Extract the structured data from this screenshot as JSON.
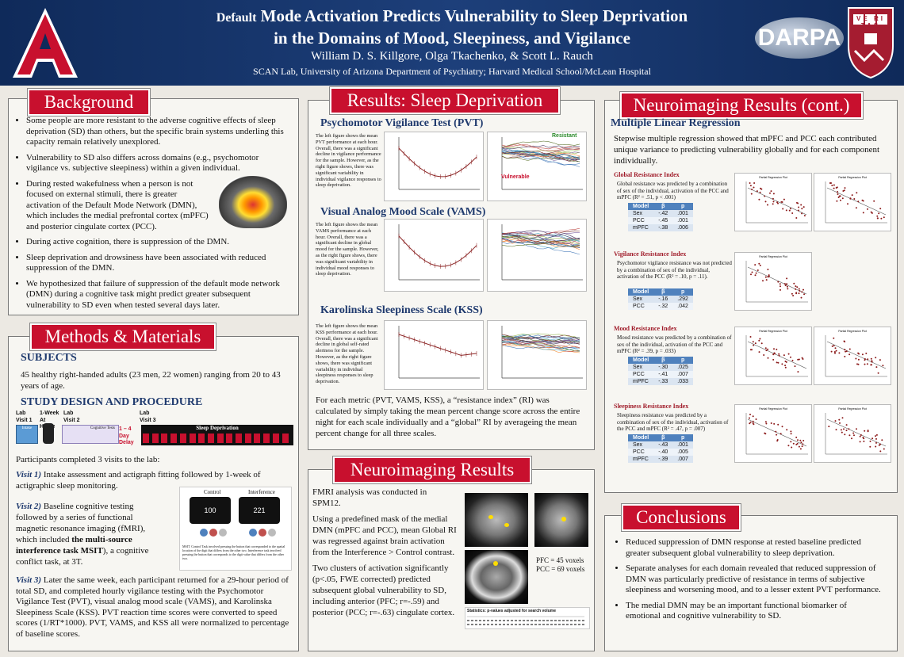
{
  "header": {
    "title_prefix": "Default",
    "title_line1": "Mode Activation Predicts Vulnerability to Sleep Deprivation",
    "title_line2": "in the Domains of Mood, Sleepiness, and Vigilance",
    "authors": "William D. S. Killgore, Olga Tkachenko, & Scott L. Rauch",
    "affiliation": "SCAN Lab, University of Arizona Department of Psychiatry; Harvard Medical School/McLean Hospital",
    "logo_left": "A",
    "logo_darpa": "DARPA",
    "logo_harvard": "VE RI TAS"
  },
  "background": {
    "heading": "Background",
    "bullets": [
      "Some people are more resistant to the adverse cognitive effects of sleep deprivation (SD) than others, but the specific brain systems underling this capacity remain relatively unexplored.",
      "Vulnerability to SD also differs across domains (e.g., psychomotor vigilance vs. subjective sleepiness) within a given individual.",
      "During rested wakefulness when a person is not focused on external stimuli, there is greater activation of the Default Mode Network (DMN), which includes the medial prefrontal cortex (mPFC) and posterior cingulate cortex (PCC).",
      "During active cognition, there is suppression of the DMN.",
      "Sleep deprivation and drowsiness have been associated with reduced suppression of the DMN.",
      "We hypothesized that failure of suppression of the default mode network (DMN) during a cognitive task might predict greater subsequent vulnerability to SD even when tested several days later."
    ]
  },
  "methods": {
    "heading": "Methods & Materials",
    "subjects_heading": "SUBJECTS",
    "subjects_text": "45 healthy right-handed adults (23 men, 22 women) ranging from 20 to 43 years of age.",
    "design_heading": "STUDY DESIGN AND PROCEDURE",
    "timeline": {
      "lab1": "Lab Visit 1",
      "home": "1-Week At Home",
      "lab2": "Lab Visit 2",
      "delay": "1 – 4 Day Delay",
      "lab3": "Lab Visit 3",
      "sd": "Sleep Deprivation",
      "intake": "Intake",
      "cog": "Cognitive Tests"
    },
    "visits_intro": "Participants completed 3 visits to the lab:",
    "visit1_label": "Visit 1)",
    "visit1_text": " Intake assessment and actigraph fitting followed by 1-week of actigraphic sleep monitoring.",
    "visit2_label": "Visit 2)",
    "visit2_text": " Baseline cognitive testing followed by a series of functional magnetic resonance imaging (fMRI), which included ",
    "visit2_bold": "the multi-source interference task MSIT",
    "visit2_tail": "), a cognitive conflict task, at 3T.",
    "visit3_label": "Visit 3)",
    "visit3_text": " Later the same week, each participant returned for a 29-hour period of total SD, and completed hourly vigilance testing with the Psychomotor Vigilance Test (PVT), visual analog mood scale (VAMS), and Karolinska Sleepiness Scale (KSS).  PVT reaction time scores were converted to speed scores (1/RT*1000).  PVT, VAMS, and KSS all were normalized to percentage of baseline scores.",
    "msit": {
      "control": "Control",
      "interference": "Interference",
      "control_num": "100",
      "interference_num": "221",
      "caption": "MSIT.  Control Task involved pressing the button that corresponded to the spatial location of the digit that differs from the other two. Interference task involved pressing the button that corresponds to the digit value that differs from the other two."
    }
  },
  "results_sd": {
    "heading": "Results: Sleep Deprivation",
    "pvt_heading": "Psychomotor Vigilance Test (PVT)",
    "pvt_text": "The left figure shows the mean PVT performance at each hour. Overall, there was a significant decline in vigilance performance for the sample. However, as the right figure shows, there was significant variability in individual vigilance responses to sleep deprivation.",
    "pvt_resistant": "Resistant",
    "pvt_vulnerable": "Vulnerable",
    "vams_heading": "Visual Analog Mood Scale (VAMS)",
    "vams_text": "The left figure shows the mean VAMS performance at each hour.  Overall, there was a significant decline in global mood for the sample. However, as the right figure shows, there was significant variability in individual mood responses to sleep deprivation.",
    "kss_heading": "Karolinska Sleepiness Scale (KSS)",
    "kss_text": "The left figure shows the mean KSS performance at each hour. Overall, there was a significant decline in global self-rated alertness for the sample. However, as the right figure shows, there was significant variability in individual sleepiness responses to sleep deprivation.",
    "ri_text": "For each metric (PVT, VAMS, KSS), a “resistance index” (RI) was calculated by simply taking the mean percent change score across the entire night for each scale individually and a “global” RI by averageing the mean percent change for all three scales."
  },
  "neuro": {
    "heading": "Neuroimaging Results",
    "p1": "FMRI analysis was conducted in SPM12.",
    "p2": "Using a predefined mask of the medial DMN (mPFC and PCC), mean Global RI was regressed against brain activation from the Interference > Control contrast.",
    "p3": "Two clusters of activation significantly (p<.05, FWE corrected) predicted subsequent global vulnerability to SD, including anterior (PFC; r=-.59) and posterior (PCC; r=-.63) cingulate cortex.",
    "pfc_voxels": "PFC = 45 voxels",
    "pcc_voxels": "PCC = 69 voxels",
    "stats_label": "Statistics: p-values adjusted for search volume"
  },
  "neuro_cont": {
    "heading": "Neuroimaging Results (cont.)",
    "mlr_heading": "Multiple Linear Regression",
    "mlr_text": "Stepwise multiple regression showed that mPFC and PCC each contributed unique variance to predicting vulnerability globally and for each component individually.",
    "table_headers": [
      "Model",
      "β",
      "p"
    ],
    "sections": [
      {
        "title": "Global Resistance Index",
        "text": "Global resistance was predicted by a combination of sex of the individual, activation of the PCC and mPFC (R² = .51, p < .001)",
        "rows": [
          [
            "Sex",
            "-.42",
            ".001"
          ],
          [
            "PCC",
            "-.45",
            ".001"
          ],
          [
            "mPFC",
            "-.38",
            ".006"
          ]
        ],
        "plots": 2
      },
      {
        "title": "Vigilance Resistance Index",
        "text": "Psychomotor vigilance resistance was not predicted by a combination of sex of the individual, activation of the PCC (R² = .10, p = .11).",
        "rows": [
          [
            "Sex",
            "-.16",
            ".292"
          ],
          [
            "PCC",
            "-.32",
            ".042"
          ]
        ],
        "plots": 1
      },
      {
        "title": "Mood Resistance Index",
        "text": "Mood resistance was predicted by a combination of sex of the individual, activation of the PCC and mPFC (R² = .39, p = .033)",
        "rows": [
          [
            "Sex",
            "-.30",
            ".025"
          ],
          [
            "PCC",
            "-.41",
            ".007"
          ],
          [
            "mPFC",
            "-.33",
            ".033"
          ]
        ],
        "plots": 2
      },
      {
        "title": "Sleepiness Resistance Index",
        "text": "Sleepiness resistance was predicted by a combination of sex of the individual, activation of the PCC and mPFC (R² = .47, p = .007)",
        "rows": [
          [
            "Sex",
            "-.43",
            ".001"
          ],
          [
            "PCC",
            "-.40",
            ".005"
          ],
          [
            "mPFC",
            "-.39",
            ".007"
          ]
        ],
        "plots": 2
      }
    ],
    "plot_title": "Partial Regression Plot"
  },
  "conclusions": {
    "heading": "Conclusions",
    "bullets": [
      "Reduced suppression of DMN response at rested baseline predicted greater subsequent global vulnerability to sleep deprivation.",
      "Separate analyses for each domain revealed that reduced suppression of DMN was particularly predictive of resistance in terms of subjective sleepiness and worsening mood, and to a lesser extent PVT performance.",
      "The medial DMN may be an important functional biomarker of emotional and cognitive vulnerability to SD."
    ]
  },
  "colors": {
    "banner_red": "#c8102e",
    "header_navy": "#0f2a5a",
    "subhead_blue": "#1f3a6e",
    "table_blue": "#4f81bd"
  }
}
